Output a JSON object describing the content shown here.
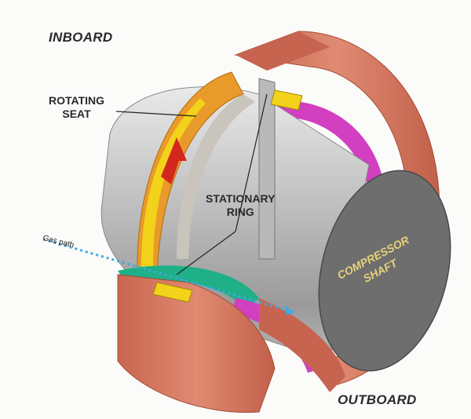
{
  "labels": {
    "inboard": "INBOARD",
    "outboard": "OUTBOARD",
    "rotating_seat_line1": "ROTATING",
    "rotating_seat_line2": "SEAT",
    "stationary_ring_line1": "STATIONARY",
    "stationary_ring_line2": "RING",
    "gas_path": "Gas path",
    "shaft_line1": "COMPRESSOR",
    "shaft_line2": "SHAFT"
  },
  "colors": {
    "housing": "#d97b63",
    "housing_dark": "#b85a45",
    "seat_orange": "#e89a2a",
    "seat_yellow": "#f2d21a",
    "arrow_red": "#d3261c",
    "shaft_grey": "#c9c9c9",
    "shaft_end": "#6e6e6e",
    "green": "#1fb087",
    "magenta": "#d23fc0",
    "gas_path": "#3fa9e0"
  }
}
